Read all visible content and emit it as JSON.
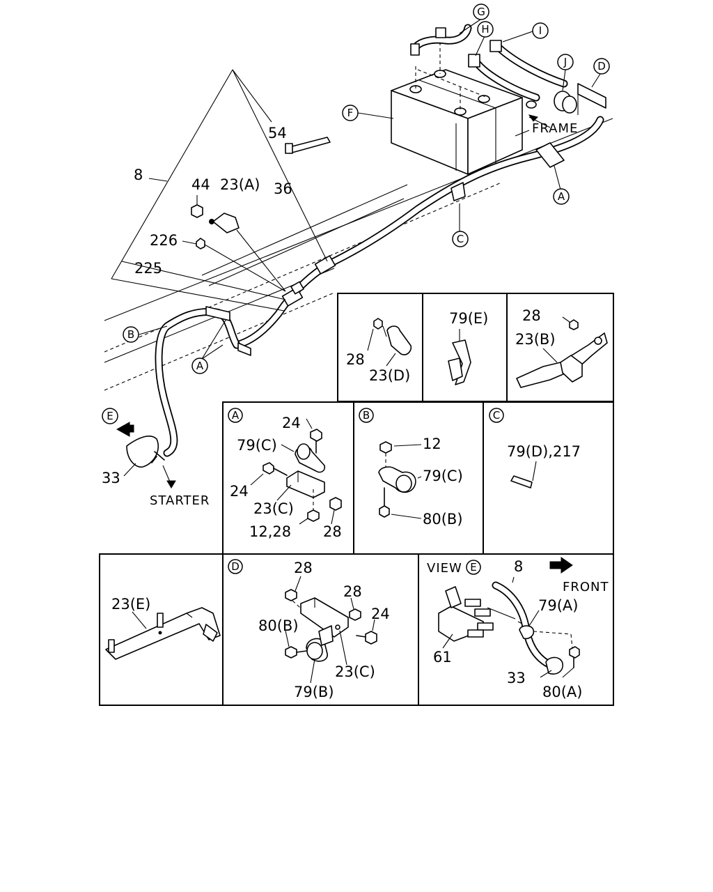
{
  "main_view": {
    "callouts": {
      "G": "G",
      "H": "H",
      "I": "I",
      "J": "J",
      "D": "D",
      "F": "F",
      "A1": "A",
      "A2": "A",
      "B": "B",
      "C": "C",
      "E": "E"
    },
    "labels": {
      "frame": "FRAME",
      "starter": "STARTER",
      "p54": "54",
      "p8": "8",
      "p36": "36",
      "p44": "44",
      "p23a": "23(A)",
      "p226": "226",
      "p225": "225",
      "p33": "33"
    }
  },
  "detail_boxes": {
    "box_23d": {
      "p28": "28",
      "p23d": "23(D)"
    },
    "box_79e": {
      "p79e": "79(E)"
    },
    "box_23b": {
      "p28": "28",
      "p23b": "23(B)"
    },
    "box_a": {
      "key": "A",
      "p24_top": "24",
      "p79c": "79(C)",
      "p24_left": "24",
      "p23c": "23(C)",
      "p12_28": "12,28",
      "p28": "28"
    },
    "box_b": {
      "key": "B",
      "p12": "12",
      "p79c": "79(C)",
      "p80b": "80(B)"
    },
    "box_c": {
      "key": "C",
      "p79d_217": "79(D),217"
    },
    "box_23e": {
      "p23e": "23(E)"
    },
    "box_d": {
      "key": "D",
      "p28_top": "28",
      "p28_mid": "28",
      "p24": "24",
      "p80b": "80(B)",
      "p23c": "23(C)",
      "p79b": "79(B)"
    },
    "box_view_e": {
      "view_word": "VIEW",
      "view_key": "E",
      "p8": "8",
      "front": "FRONT",
      "p79a": "79(A)",
      "p61": "61",
      "p33": "33",
      "p80a": "80(A)"
    }
  }
}
